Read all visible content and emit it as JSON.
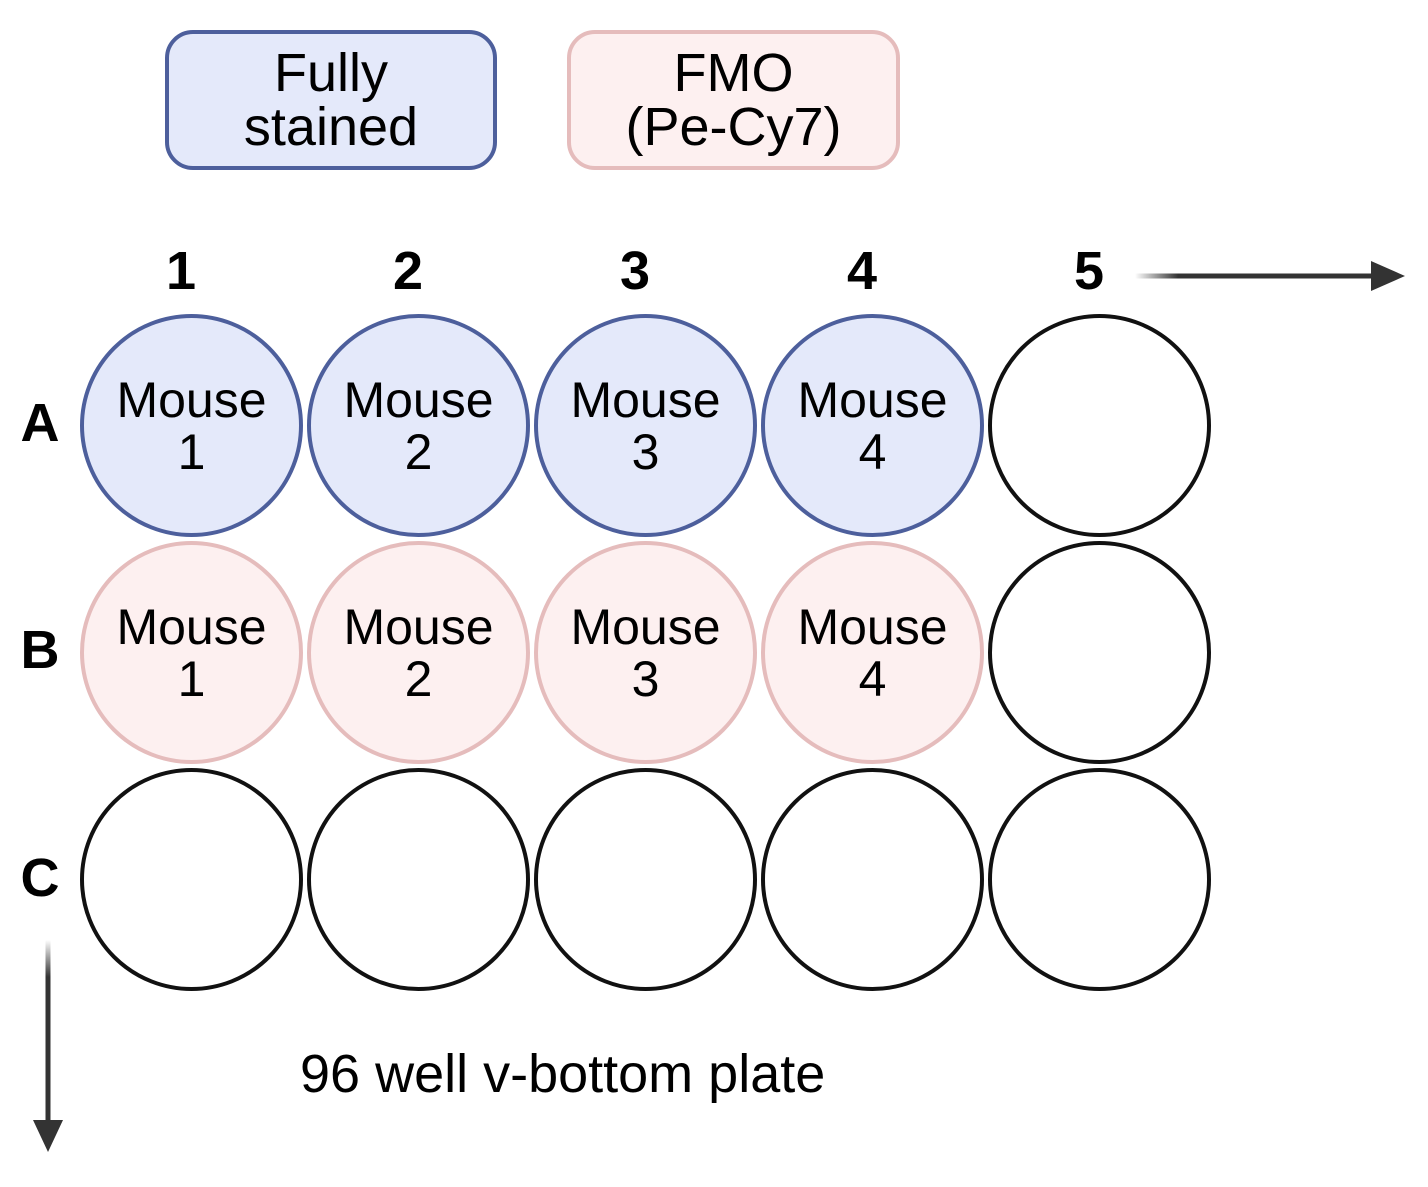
{
  "colors": {
    "full_fill": "#e4e9fa",
    "full_stroke": "#4d5f9c",
    "fmo_fill": "#fdf0f0",
    "fmo_stroke": "#e5bcbc",
    "empty_stroke": "#111111",
    "arrow": "#333333"
  },
  "legend": [
    {
      "key": "full",
      "lines": [
        "Fully",
        "stained"
      ]
    },
    {
      "key": "fmo",
      "lines": [
        "FMO",
        "(Pe-Cy7)"
      ]
    }
  ],
  "columns": [
    "1",
    "2",
    "3",
    "4",
    "5"
  ],
  "rows": [
    {
      "label": "A",
      "wells": [
        {
          "type": "full",
          "line1": "Mouse",
          "line2": "1"
        },
        {
          "type": "full",
          "line1": "Mouse",
          "line2": "2"
        },
        {
          "type": "full",
          "line1": "Mouse",
          "line2": "3"
        },
        {
          "type": "full",
          "line1": "Mouse",
          "line2": "4"
        },
        {
          "type": "empty",
          "line1": "",
          "line2": ""
        }
      ]
    },
    {
      "label": "B",
      "wells": [
        {
          "type": "fmo",
          "line1": "Mouse",
          "line2": "1"
        },
        {
          "type": "fmo",
          "line1": "Mouse",
          "line2": "2"
        },
        {
          "type": "fmo",
          "line1": "Mouse",
          "line2": "3"
        },
        {
          "type": "fmo",
          "line1": "Mouse",
          "line2": "4"
        },
        {
          "type": "empty",
          "line1": "",
          "line2": ""
        }
      ]
    },
    {
      "label": "C",
      "wells": [
        {
          "type": "empty",
          "line1": "",
          "line2": ""
        },
        {
          "type": "empty",
          "line1": "",
          "line2": ""
        },
        {
          "type": "empty",
          "line1": "",
          "line2": ""
        },
        {
          "type": "empty",
          "line1": "",
          "line2": ""
        },
        {
          "type": "empty",
          "line1": "",
          "line2": ""
        }
      ]
    }
  ],
  "caption": "96 well v-bottom plate"
}
